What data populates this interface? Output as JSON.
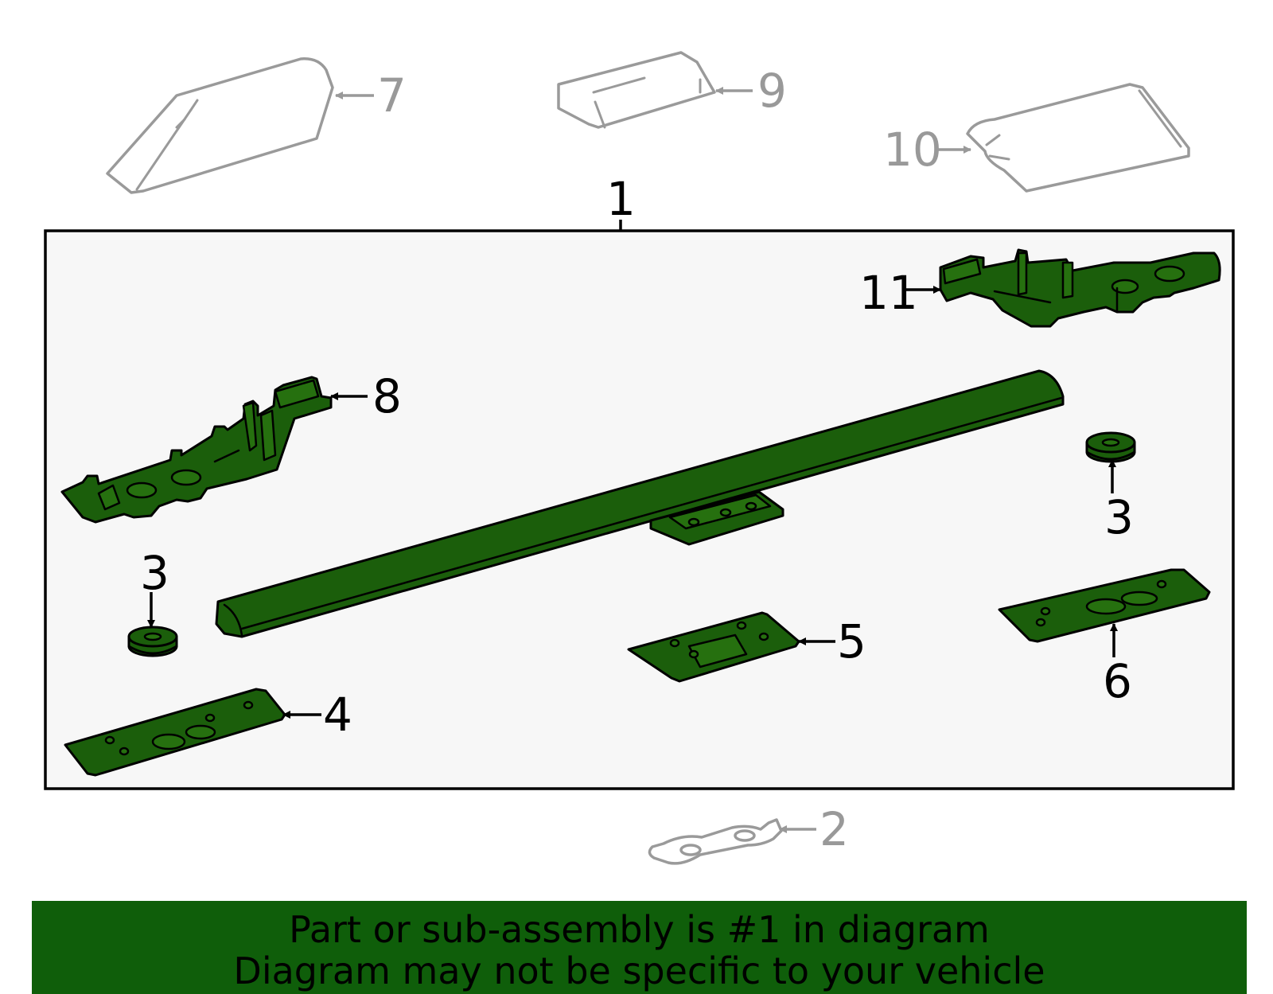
{
  "diagram": {
    "callouts": {
      "c1": "1",
      "c2": "2",
      "c3a": "3",
      "c3b": "3",
      "c4": "4",
      "c5": "5",
      "c6": "6",
      "c7": "7",
      "c8": "8",
      "c9": "9",
      "c10": "10",
      "c11": "11"
    },
    "colors": {
      "highlight": "#1b5e0b",
      "ghost": "#9a9a9a",
      "frame_bg": "#f7f7f7",
      "banner_bg": "#0f5e0a"
    }
  },
  "banner": {
    "line1": "Part or sub-assembly is #1 in diagram",
    "line2": "Diagram may not be specific to your vehicle"
  }
}
